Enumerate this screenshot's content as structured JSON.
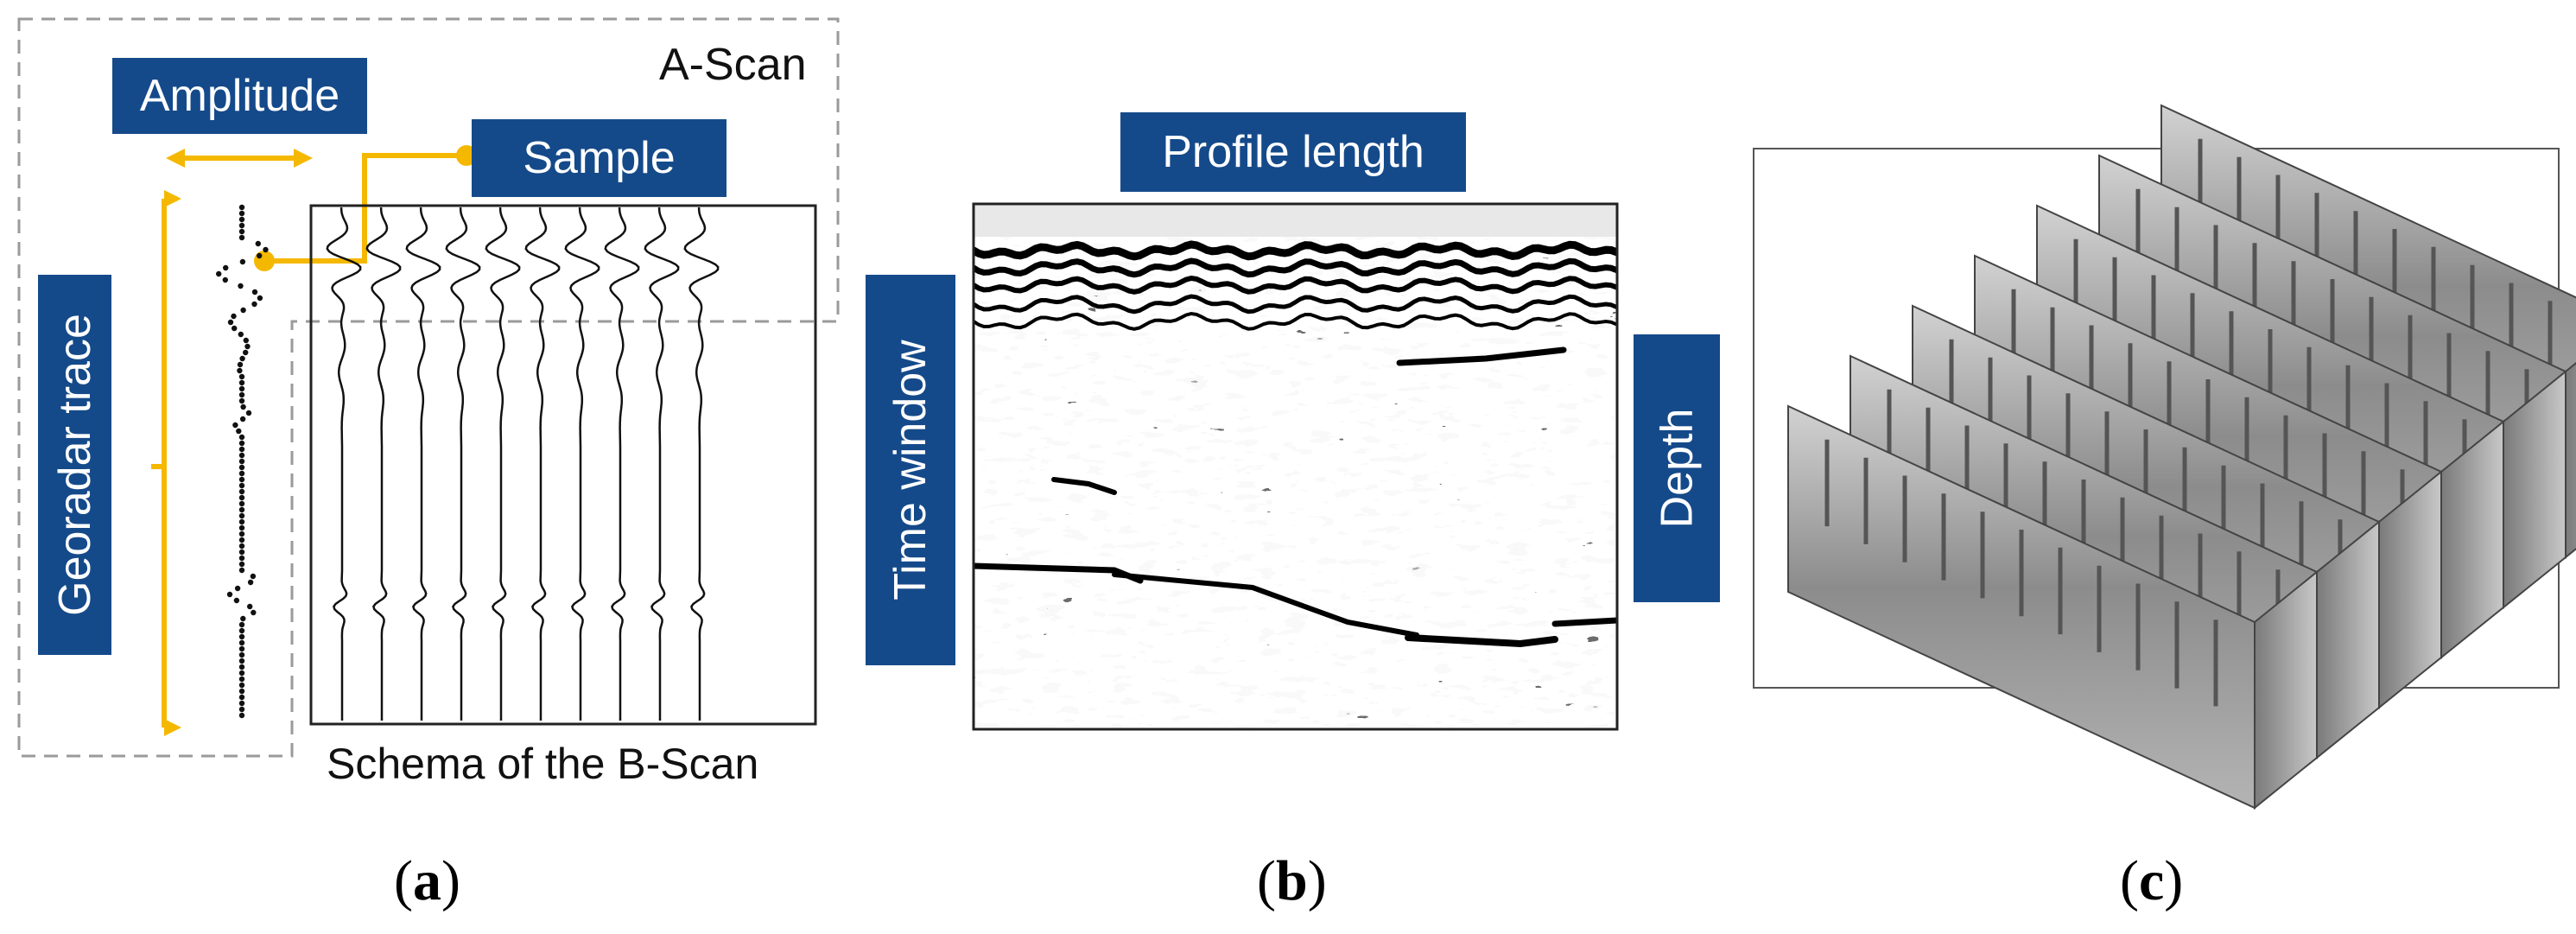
{
  "panel_a": {
    "amplitude_label": "Amplitude",
    "ascan_label": "A-Scan",
    "sample_label": "Sample",
    "georadar_label": "Georadar trace",
    "schema_caption": "Schema of the B-Scan",
    "label_open": "(",
    "label_letter": "a",
    "label_close": ")"
  },
  "panel_b": {
    "profile_label": "Profile length",
    "time_label": "Time window",
    "depth_label": "Depth",
    "label_open": "(",
    "label_letter": "b",
    "label_close": ")"
  },
  "panel_c": {
    "label_open": "(",
    "label_letter": "c",
    "label_close": ")"
  },
  "colors": {
    "tag_fill": "#154a8a",
    "accent_arrow": "#f5b800",
    "dashed_box": "#9a9a9a",
    "trace_ink": "#111111"
  }
}
